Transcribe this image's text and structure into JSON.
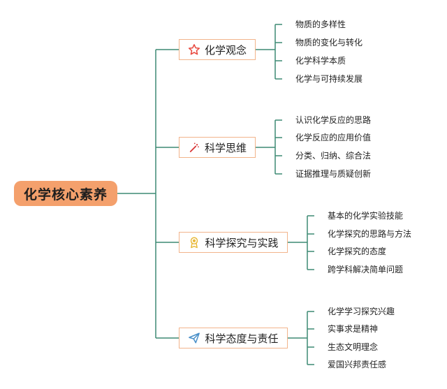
{
  "root": {
    "label": "化学核心素养"
  },
  "branches": [
    {
      "label": "化学观念",
      "icon": "star-icon",
      "leaves": [
        "物质的多样性",
        "物质的变化与转化",
        "化学科学本质",
        "化学与可持续发展"
      ]
    },
    {
      "label": "科学思维",
      "icon": "magic-wand-icon",
      "leaves": [
        "认识化学反应的思路",
        "化学反应的应用价值",
        "分类、归纳、综合法",
        "证据推理与质疑创新"
      ]
    },
    {
      "label": "科学探究与实践",
      "icon": "award-medal-icon",
      "leaves": [
        "基本的化学实验技能",
        "化学探究的思路与方法",
        "化学探究的态度",
        "跨学科解决简单问题"
      ]
    },
    {
      "label": "科学态度与责任",
      "icon": "paper-plane-icon",
      "leaves": [
        "化学学习探究兴趣",
        "实事求是精神",
        "生态文明理念",
        "爱国兴邦责任感"
      ]
    }
  ],
  "colors": {
    "connector": "#3d8a74",
    "root_fill": "#f4a06c",
    "branch_border": "#f2b48b",
    "star": "#e8493f",
    "wand": "#d93a3a",
    "medal": "#e8b93a",
    "plane": "#4a90c9"
  }
}
